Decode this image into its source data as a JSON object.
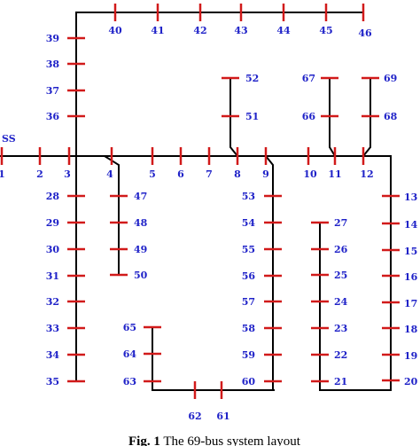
{
  "substation_label": "SS",
  "caption": {
    "fig_label": "Fig. 1",
    "text": "The 69-bus system layout"
  },
  "buses": [
    "1",
    "2",
    "3",
    "4",
    "5",
    "6",
    "7",
    "8",
    "9",
    "10",
    "11",
    "12",
    "13",
    "14",
    "15",
    "16",
    "17",
    "18",
    "19",
    "20",
    "21",
    "22",
    "23",
    "24",
    "25",
    "26",
    "27",
    "28",
    "29",
    "30",
    "31",
    "32",
    "33",
    "34",
    "35",
    "36",
    "37",
    "38",
    "39",
    "40",
    "41",
    "42",
    "43",
    "44",
    "45",
    "46",
    "47",
    "48",
    "49",
    "50",
    "51",
    "52",
    "53",
    "54",
    "55",
    "56",
    "57",
    "58",
    "59",
    "60",
    "61",
    "62",
    "63",
    "64",
    "65",
    "66",
    "67",
    "68",
    "69"
  ],
  "colors": {
    "line": "#000000",
    "bus_tick": "#d11a1a",
    "label": "#1f22c8"
  }
}
